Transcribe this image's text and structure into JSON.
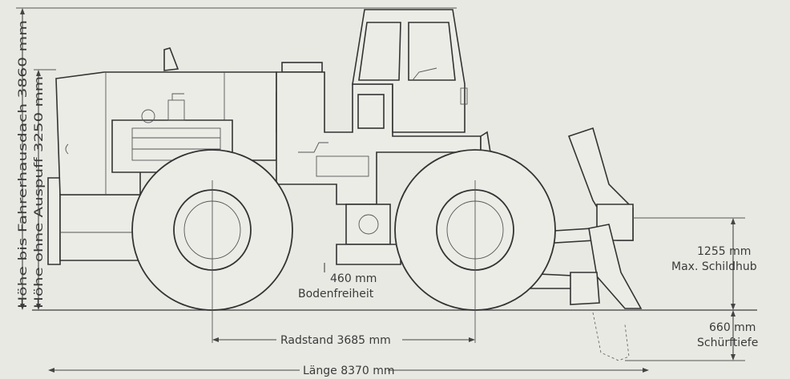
{
  "dimensions": {
    "height_cab_roof": "Höhe bis Fahrerhausdach 3860 mm",
    "height_no_exhaust": "Höhe ohne Auspuff 3250 mm",
    "ground_clearance_value": "460 mm",
    "ground_clearance_label": "Bodenfreiheit",
    "wheelbase": "Radstand 3685 mm",
    "length": "Länge 8370 mm",
    "blade_lift_value": "1255 mm",
    "blade_lift_label": "Max. Schildhub",
    "cutting_depth_value": "660 mm",
    "cutting_depth_label": "Schürftiefe"
  }
}
